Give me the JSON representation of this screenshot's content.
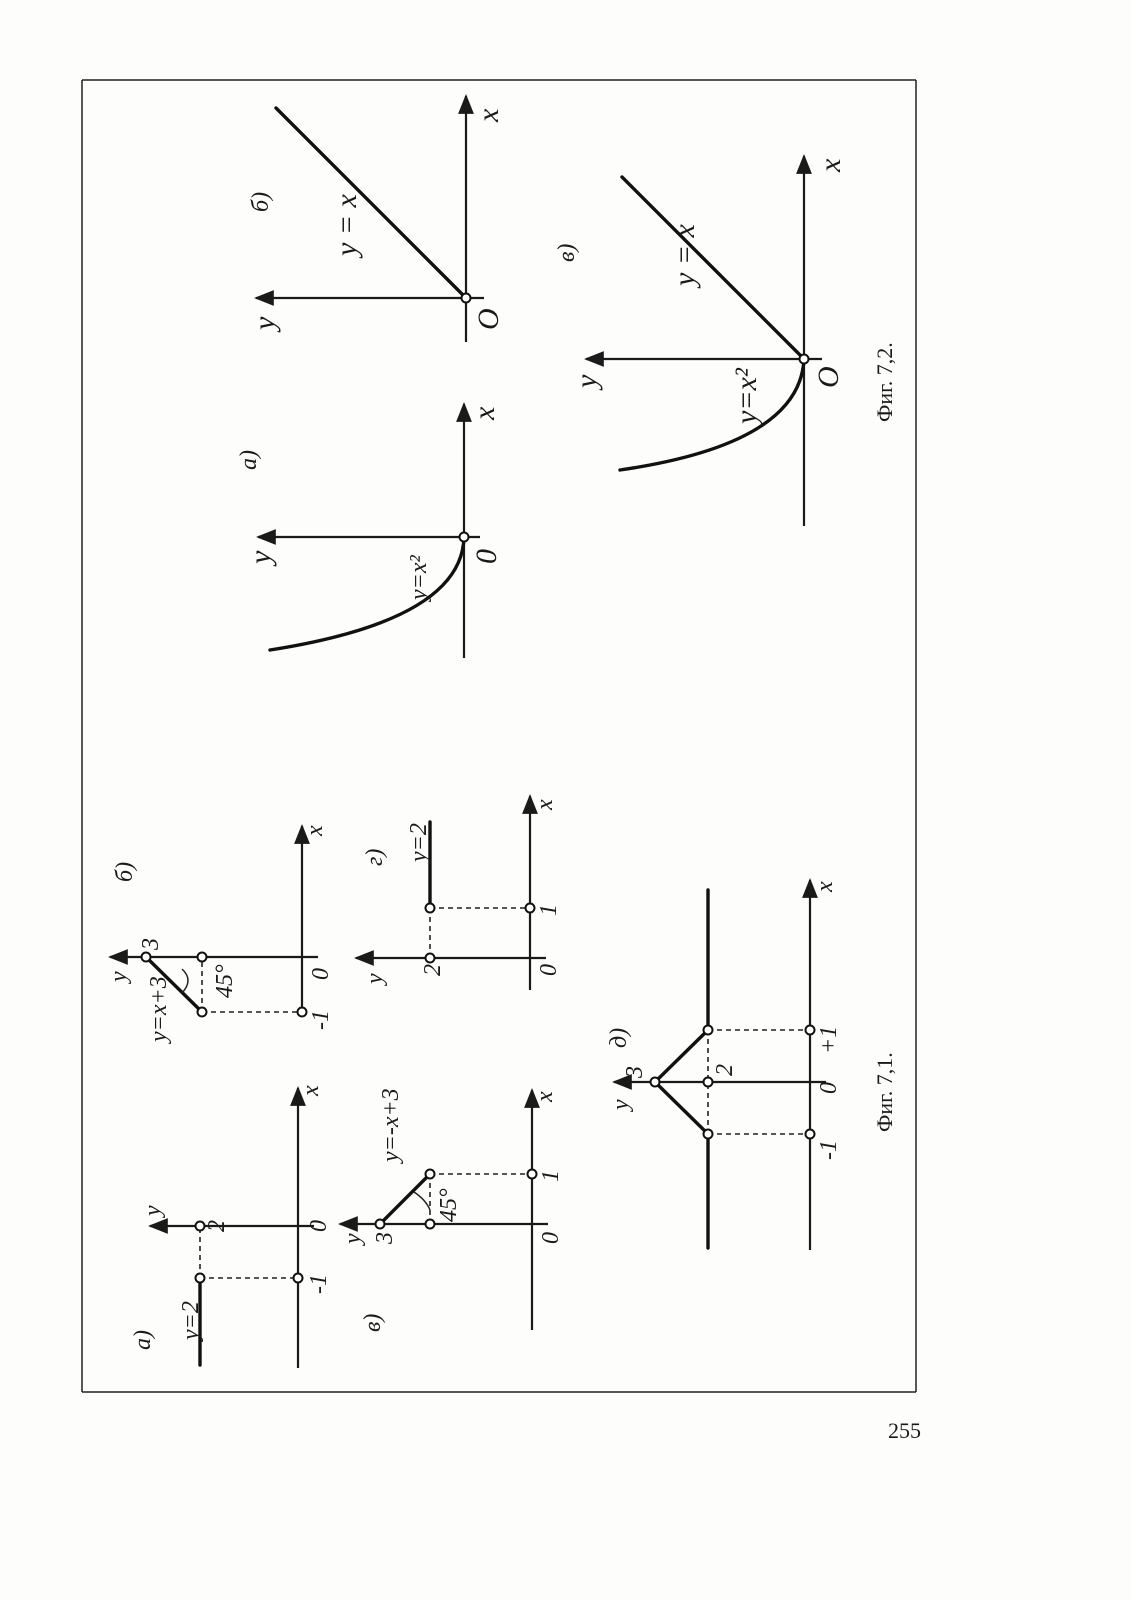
{
  "page_number": "255",
  "figure_7_1": {
    "caption": "Фиг. 7,1.",
    "a": {
      "label": "а)",
      "func": "y=2",
      "x_axis": "x",
      "y_axis": "y",
      "ticks": [
        "2",
        "0",
        "-1"
      ]
    },
    "b": {
      "label": "б)",
      "func": "y=x+3",
      "angle": "45°",
      "x_axis": "x",
      "y_axis": "y",
      "ticks": [
        "3",
        "0",
        "-1"
      ]
    },
    "v": {
      "label": "в)",
      "func": "y=-x+3",
      "angle": "45°",
      "x_axis": "x",
      "y_axis": "y",
      "ticks": [
        "3",
        "0",
        "1"
      ]
    },
    "g": {
      "label": "г)",
      "func": "y=2",
      "x_axis": "x",
      "y_axis": "y",
      "ticks": [
        "2",
        "0",
        "1"
      ]
    },
    "d": {
      "label": "д)",
      "x_axis": "x",
      "y_axis": "y",
      "ticks": [
        "3",
        "2",
        "0",
        "-1",
        "+1"
      ]
    }
  },
  "figure_7_2": {
    "caption": "Фиг. 7,2.",
    "a": {
      "label": "а)",
      "func": "y=x²",
      "x_axis": "x",
      "y_axis": "y",
      "origin": "0"
    },
    "b": {
      "label": "б)",
      "func": "y = x",
      "x_axis": "x",
      "y_axis": "y",
      "origin": "O"
    },
    "v": {
      "label": "в)",
      "func1": "y=x²",
      "func2": "y = x",
      "x_axis": "x",
      "y_axis": "y",
      "origin": "O"
    }
  }
}
